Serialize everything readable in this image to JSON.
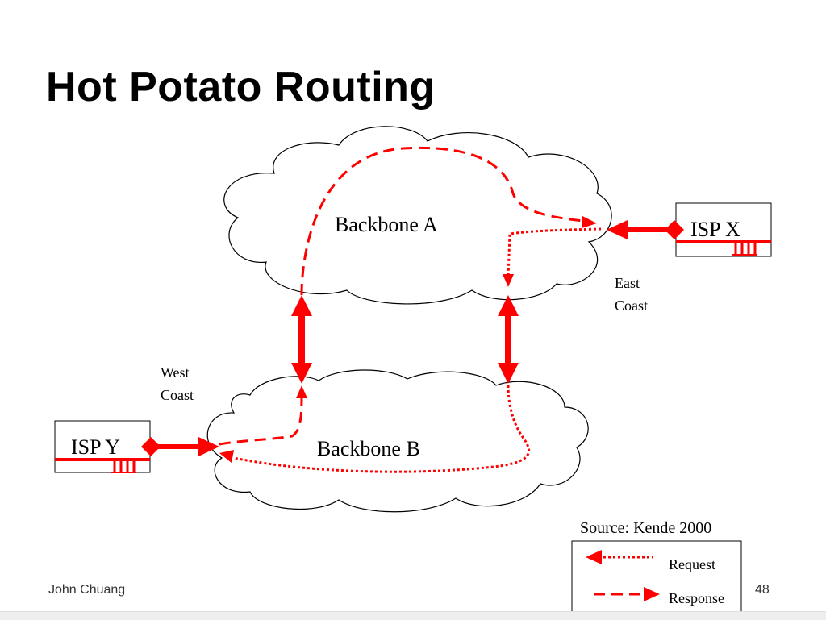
{
  "slide": {
    "title": "Hot Potato Routing",
    "author": "John Chuang",
    "page_number": "48"
  },
  "diagram": {
    "backbone_a": "Backbone A",
    "backbone_b": "Backbone B",
    "isp_x": "ISP X",
    "isp_y": "ISP Y",
    "east_coast": [
      "East",
      "Coast"
    ],
    "west_coast": [
      "West",
      "Coast"
    ],
    "source": "Source: Kende 2000",
    "legend": {
      "request": "Request",
      "response": "Response"
    }
  },
  "colors": {
    "arrow": "#ff0000",
    "outline": "#000000"
  }
}
